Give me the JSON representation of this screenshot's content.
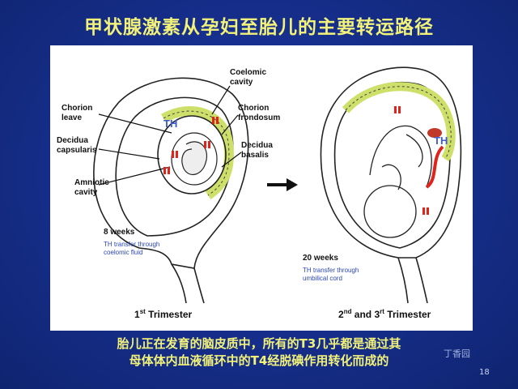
{
  "slide": {
    "title": "甲状腺激素从孕妇至胎儿的主要转运路径",
    "caption_line1": "胎儿正在发育的脑皮质中，所有的T3几乎都是通过其",
    "caption_line2": "母体体内血液循环中的T4经脱碘作用转化而成的",
    "number": "18",
    "logo_text": "丁香园"
  },
  "figure": {
    "left": {
      "labels": {
        "coelomic": "Coelomic\ncavity",
        "chorion_leave": "Chorion\nleave",
        "chorion_frondosum": "Chorion\nfrondosum",
        "decidua_capsularis": "Decidua\ncapsularis",
        "decidua_basalis": "Decidua\nbasalis",
        "amniotic": "Amniotic\ncavity"
      },
      "th": "TH",
      "weeks": "8 weeks",
      "note": "TH transfer through\ncoelomic fluid",
      "trimester_num": "1",
      "trimester_sup": "st",
      "trimester_text": " Trimester"
    },
    "right": {
      "th": "TH",
      "weeks": "20 weeks",
      "note": "TH transfer through\numbilical cord",
      "trimester_num": "2",
      "trimester_sup": "nd",
      "trimester_mid": " and 3",
      "trimester_sup2": "rt",
      "trimester_text": " Trimester"
    }
  },
  "colors": {
    "title": "#f2f27a",
    "background": "#17308f",
    "placenta": "#cfe06a",
    "arrow_red": "#e0241b",
    "th_blue": "#3d5ccf"
  }
}
